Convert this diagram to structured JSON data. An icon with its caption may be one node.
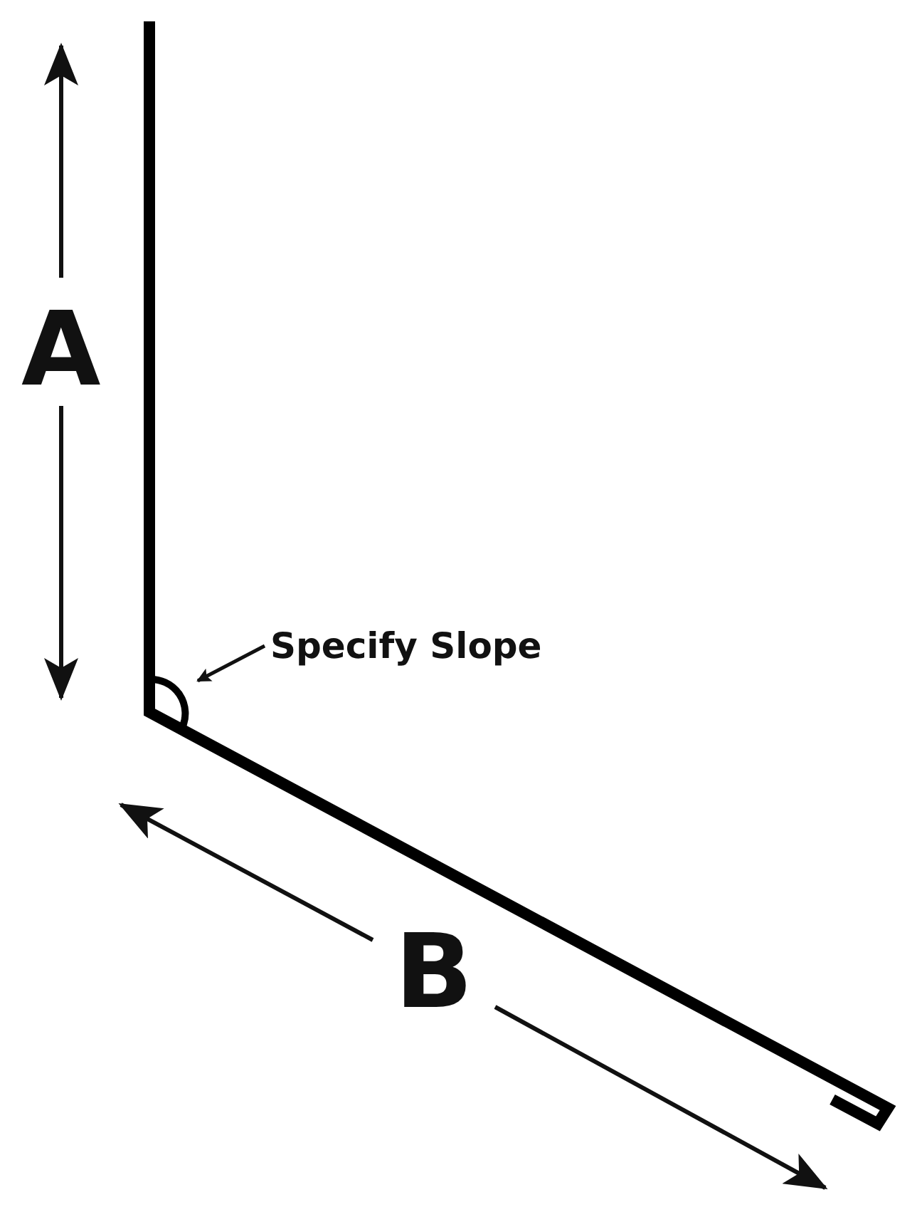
{
  "diagram": {
    "nodes": [
      {
        "text": [
          "Specify Slope"
        ]
      },
      {
        "text": [],
        "shape": "arc"
      }
    ],
    "edges": [
      {
        "from": 0,
        "to": 1,
        "arrow": "to"
      }
    ],
    "labels": [
      "A",
      "B"
    ]
  }
}
